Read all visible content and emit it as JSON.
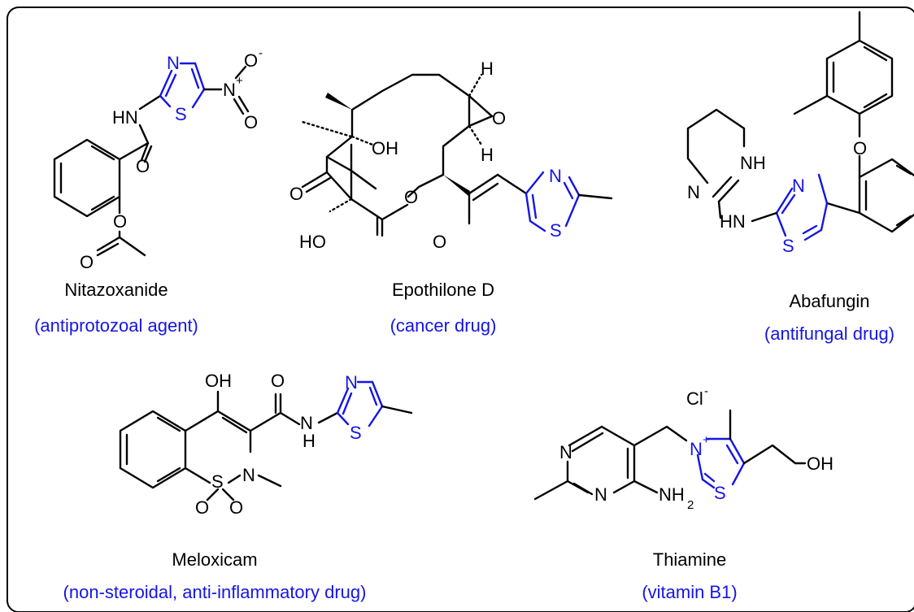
{
  "colors": {
    "thiazole_ring": "#1515e6",
    "bonds": "#000000",
    "frame": "#000000"
  },
  "compounds": [
    {
      "name": "Nitazoxanide",
      "use": "(antiprotozoal agent)"
    },
    {
      "name": "Epothilone D",
      "use": "(cancer drug)"
    },
    {
      "name": "Abafungin",
      "use": "(antifungal drug)"
    },
    {
      "name": "Meloxicam",
      "use": "(non-steroidal, anti-inflammatory drug)"
    },
    {
      "name": "Thiamine",
      "use": "(vitamin B1)"
    }
  ],
  "atoms": {
    "N": "N",
    "S": "S",
    "O": "O",
    "OH": "OH",
    "HO": "HO",
    "HN": "HN",
    "NH": "NH",
    "H": "H",
    "NH2": "NH",
    "sub2": "2",
    "Cl": "Cl",
    "plus": "+",
    "minus": "-"
  }
}
